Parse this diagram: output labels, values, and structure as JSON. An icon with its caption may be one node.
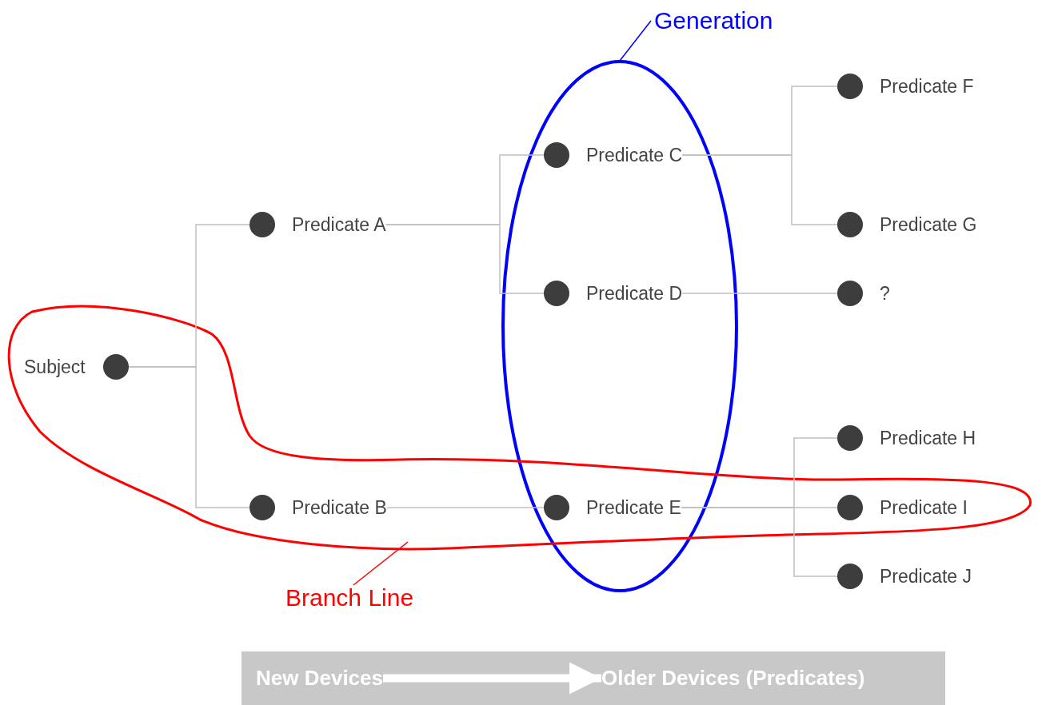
{
  "diagram": {
    "nodes": [
      {
        "text": [
          "Subject"
        ]
      },
      {
        "text": [
          "Predicate A"
        ]
      },
      {
        "text": [
          "Predicate B"
        ]
      },
      {
        "text": [
          "Predicate C"
        ]
      },
      {
        "text": [
          "Predicate D"
        ]
      },
      {
        "text": [
          "Predicate E"
        ]
      },
      {
        "text": [
          "Predicate F"
        ]
      },
      {
        "text": [
          "Predicate G"
        ]
      },
      {
        "text": [
          "?"
        ]
      },
      {
        "text": [
          "Predicate H"
        ]
      },
      {
        "text": [
          "Predicate I"
        ]
      },
      {
        "text": [
          "Predicate J"
        ]
      },
      {
        "text": [
          "Generation"
        ]
      },
      {
        "text": [
          "Branch Line"
        ]
      },
      {
        "text": [],
        "shape": "bar"
      },
      {
        "text": [
          "New Devices"
        ],
        "in": 14
      },
      {
        "text": [
          "Older Devices (Predicates)"
        ],
        "in": 14
      }
    ],
    "edges": [
      {
        "from": 0,
        "to": 1,
        "arrow": "none"
      },
      {
        "from": 0,
        "to": 2,
        "arrow": "none"
      },
      {
        "from": 1,
        "to": 3,
        "arrow": "none"
      },
      {
        "from": 1,
        "to": 4,
        "arrow": "none"
      },
      {
        "from": 2,
        "to": 5,
        "arrow": "none"
      },
      {
        "from": 3,
        "to": 6,
        "arrow": "none"
      },
      {
        "from": 3,
        "to": 7,
        "arrow": "none"
      },
      {
        "from": 4,
        "to": 8,
        "arrow": "none"
      },
      {
        "from": 5,
        "to": 9,
        "arrow": "none"
      },
      {
        "from": 5,
        "to": 10,
        "arrow": "none"
      },
      {
        "from": 5,
        "to": 11,
        "arrow": "none"
      },
      {
        "from": 12,
        "to": null,
        "arrow": "none",
        "color": "#0000ff"
      },
      {
        "from": 13,
        "to": null,
        "arrow": "none",
        "color": "#ff0000"
      },
      {
        "from": 15,
        "to": 16,
        "arrow": "to",
        "style": "thick",
        "color": "#ffffff"
      }
    ]
  }
}
